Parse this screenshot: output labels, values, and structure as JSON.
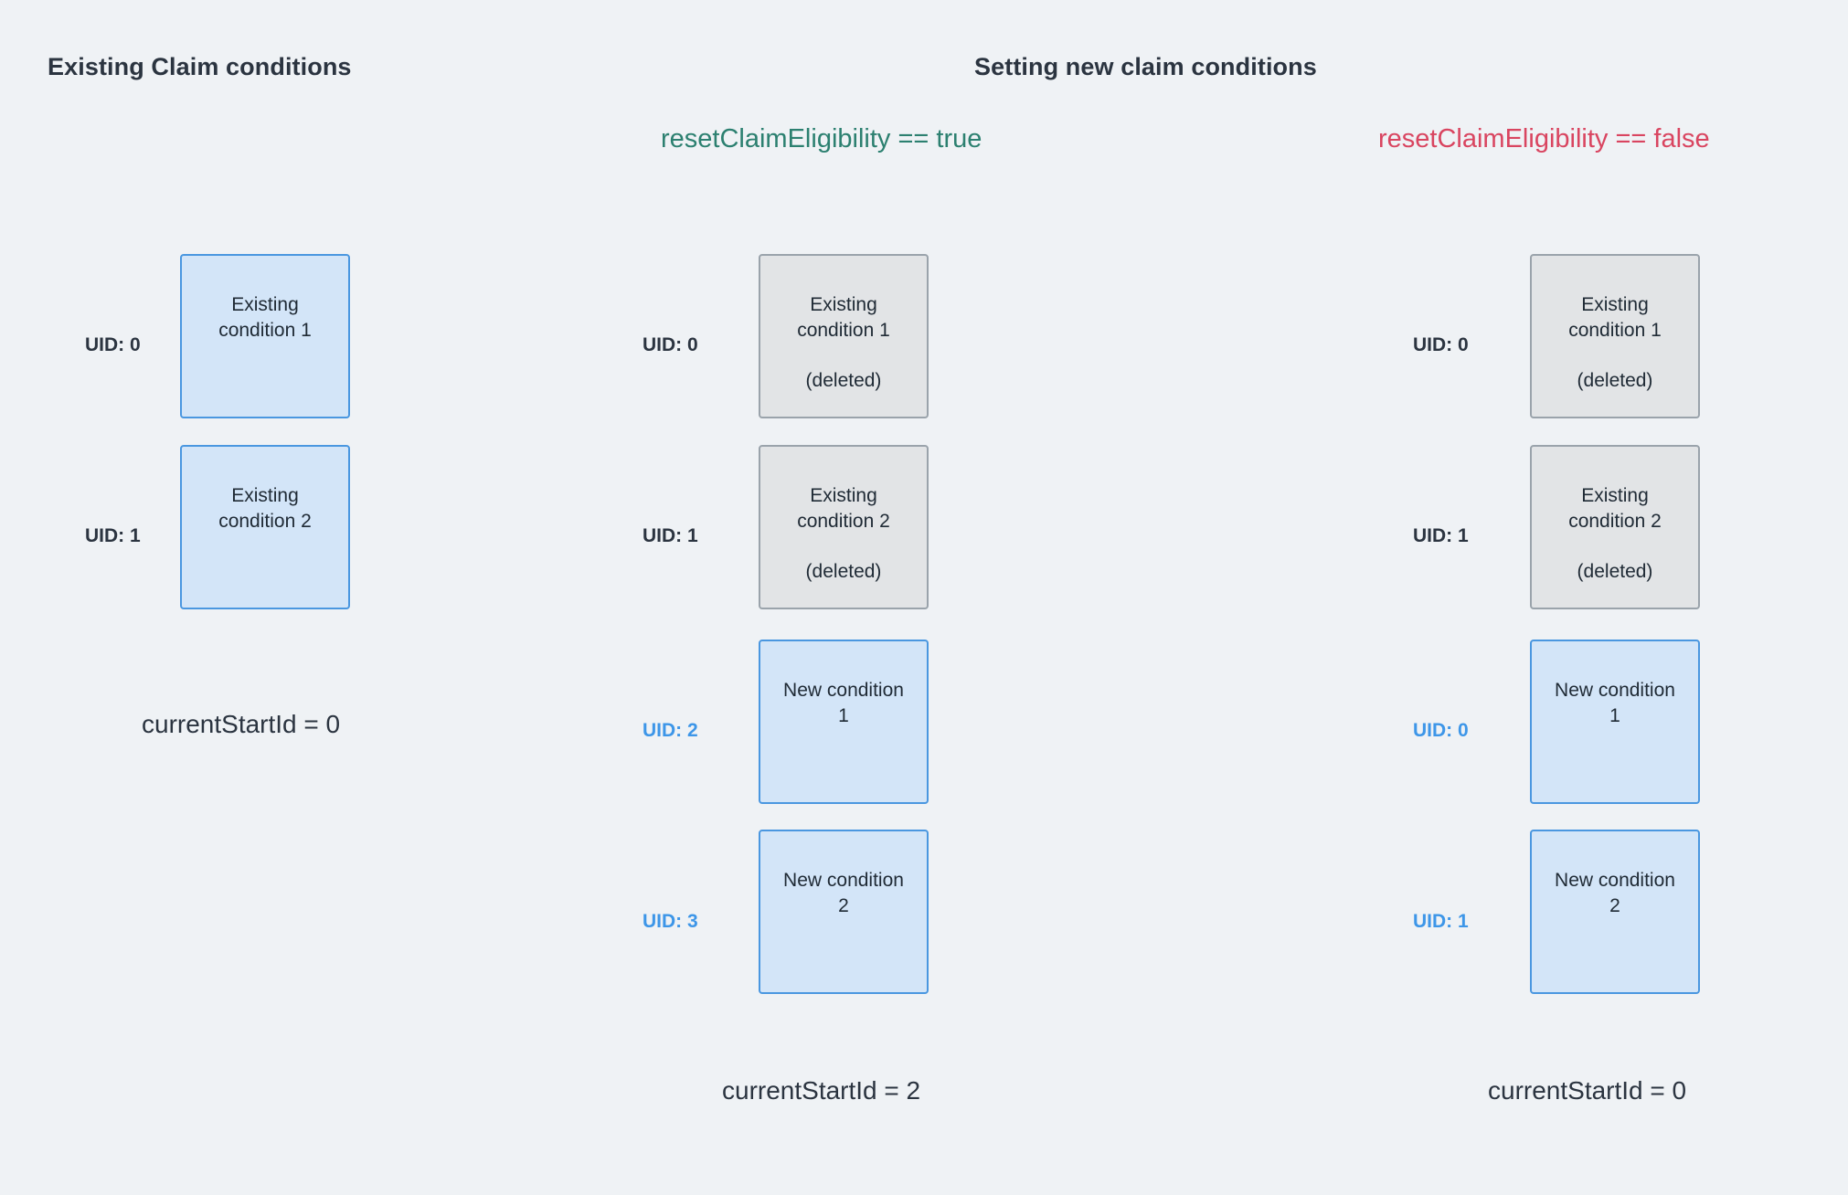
{
  "background_color": "#eff2f5",
  "colors": {
    "box_blue_fill": "#d3e5f8",
    "box_blue_border": "#4a97e0",
    "box_grey_fill": "#e2e4e6",
    "box_grey_border": "#9aa3ab",
    "text_dark": "#2b3440",
    "expr_true_green": "#2c8070",
    "expr_false_red": "#d94560",
    "uid_new_blue": "#3d96e8"
  },
  "headings": {
    "left": "Existing Claim conditions",
    "right": "Setting new claim conditions"
  },
  "expressions": {
    "true_case": "resetClaimEligibility == true",
    "false_case": "resetClaimEligibility == false"
  },
  "columns": [
    {
      "id": "existing",
      "heading": "Existing Claim conditions",
      "boxes": [
        {
          "uid": "UID: 0",
          "uid_style": "existing",
          "label": "Existing\ncondition 1",
          "deleted": "",
          "style": "blue"
        },
        {
          "uid": "UID: 1",
          "uid_style": "existing",
          "label": "Existing\ncondition 2",
          "deleted": "",
          "style": "blue"
        }
      ],
      "start_id": "currentStartId = 0"
    },
    {
      "id": "reset-true",
      "heading": "resetClaimEligibility == true",
      "boxes": [
        {
          "uid": "UID: 0",
          "uid_style": "existing",
          "label": "Existing\ncondition 1",
          "deleted": "(deleted)",
          "style": "grey"
        },
        {
          "uid": "UID: 1",
          "uid_style": "existing",
          "label": "Existing\ncondition 2",
          "deleted": "(deleted)",
          "style": "grey"
        },
        {
          "uid": "UID: 2",
          "uid_style": "new",
          "label": "New condition\n1",
          "deleted": "",
          "style": "blue"
        },
        {
          "uid": "UID: 3",
          "uid_style": "new",
          "label": "New condition\n2",
          "deleted": "",
          "style": "blue"
        }
      ],
      "start_id": "currentStartId = 2"
    },
    {
      "id": "reset-false",
      "heading": "resetClaimEligibility == false",
      "boxes": [
        {
          "uid": "UID: 0",
          "uid_style": "existing",
          "label": "Existing\ncondition 1",
          "deleted": "(deleted)",
          "style": "grey"
        },
        {
          "uid": "UID: 1",
          "uid_style": "existing",
          "label": "Existing\ncondition 2",
          "deleted": "(deleted)",
          "style": "grey"
        },
        {
          "uid": "UID: 0",
          "uid_style": "new",
          "label": "New condition\n1",
          "deleted": "",
          "style": "blue"
        },
        {
          "uid": "UID: 1",
          "uid_style": "new",
          "label": "New condition\n2",
          "deleted": "",
          "style": "blue"
        }
      ],
      "start_id": "currentStartId = 0"
    }
  ]
}
